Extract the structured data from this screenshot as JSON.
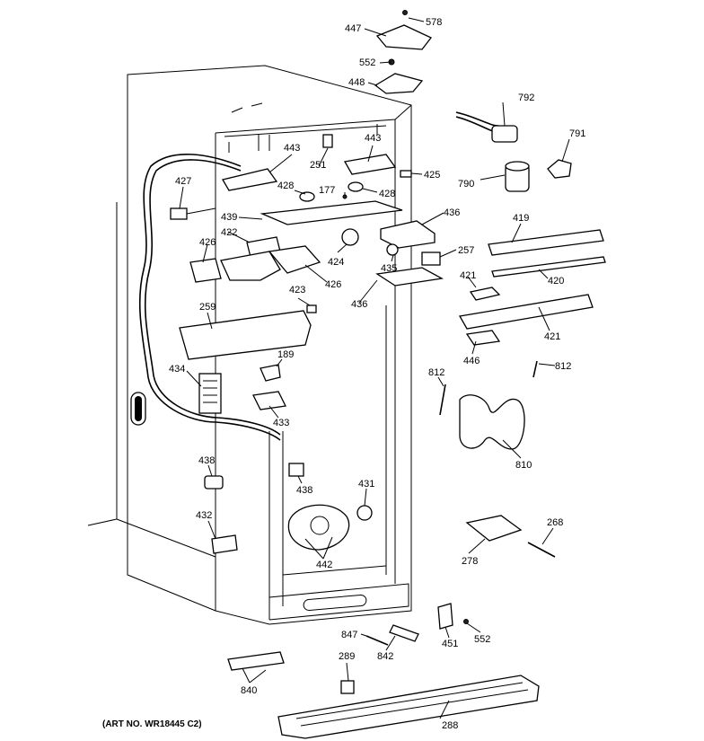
{
  "diagram": {
    "art_number": "(ART NO. WR18445 C2)",
    "callouts": [
      {
        "id": "447",
        "text": "447"
      },
      {
        "id": "578",
        "text": "578"
      },
      {
        "id": "552a",
        "text": "552"
      },
      {
        "id": "448",
        "text": "448"
      },
      {
        "id": "792",
        "text": "792"
      },
      {
        "id": "791",
        "text": "791"
      },
      {
        "id": "790",
        "text": "790"
      },
      {
        "id": "443a",
        "text": "443"
      },
      {
        "id": "443b",
        "text": "443"
      },
      {
        "id": "251",
        "text": "251"
      },
      {
        "id": "425",
        "text": "425"
      },
      {
        "id": "427",
        "text": "427"
      },
      {
        "id": "428a",
        "text": "428"
      },
      {
        "id": "177",
        "text": "177"
      },
      {
        "id": "428b",
        "text": "428"
      },
      {
        "id": "439",
        "text": "439"
      },
      {
        "id": "436a",
        "text": "436"
      },
      {
        "id": "419",
        "text": "419"
      },
      {
        "id": "422",
        "text": "422"
      },
      {
        "id": "426a",
        "text": "426"
      },
      {
        "id": "424",
        "text": "424"
      },
      {
        "id": "257",
        "text": "257"
      },
      {
        "id": "435",
        "text": "435"
      },
      {
        "id": "426b",
        "text": "426"
      },
      {
        "id": "420",
        "text": "420"
      },
      {
        "id": "421a",
        "text": "421"
      },
      {
        "id": "423",
        "text": "423"
      },
      {
        "id": "436b",
        "text": "436"
      },
      {
        "id": "259",
        "text": "259"
      },
      {
        "id": "421b",
        "text": "421"
      },
      {
        "id": "446",
        "text": "446"
      },
      {
        "id": "189",
        "text": "189"
      },
      {
        "id": "434",
        "text": "434"
      },
      {
        "id": "812a",
        "text": "812"
      },
      {
        "id": "812b",
        "text": "812"
      },
      {
        "id": "433",
        "text": "433"
      },
      {
        "id": "810",
        "text": "810"
      },
      {
        "id": "438a",
        "text": "438"
      },
      {
        "id": "438b",
        "text": "438"
      },
      {
        "id": "431",
        "text": "431"
      },
      {
        "id": "432",
        "text": "432"
      },
      {
        "id": "268",
        "text": "268"
      },
      {
        "id": "442",
        "text": "442"
      },
      {
        "id": "278",
        "text": "278"
      },
      {
        "id": "847",
        "text": "847"
      },
      {
        "id": "451",
        "text": "451"
      },
      {
        "id": "552b",
        "text": "552"
      },
      {
        "id": "842",
        "text": "842"
      },
      {
        "id": "289",
        "text": "289"
      },
      {
        "id": "840",
        "text": "840"
      },
      {
        "id": "288",
        "text": "288"
      }
    ]
  }
}
